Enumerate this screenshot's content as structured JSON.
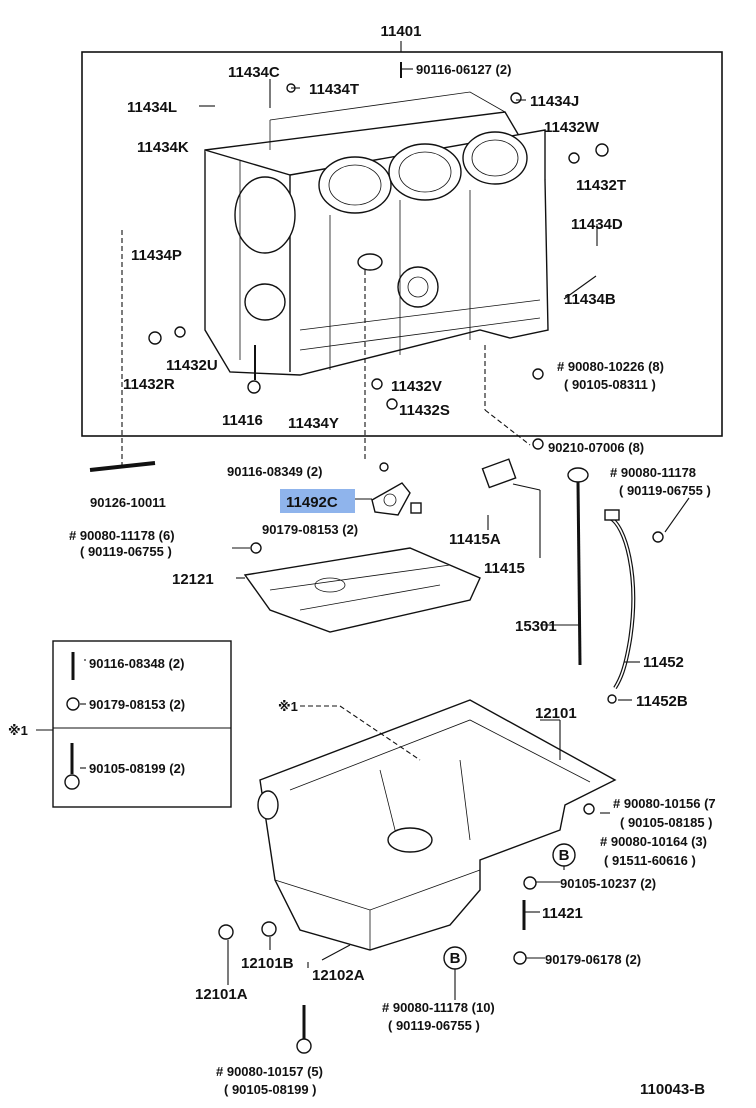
{
  "diagram_id": "110043-B",
  "assembly_label": "11401",
  "highlighted_part": "11492C",
  "marks": {
    "note_star": "※1",
    "b_circle": "B"
  },
  "labels": {
    "p11434C": "11434C",
    "p11434T": "11434T",
    "p90116_06127": "90116-06127 (2)",
    "p11434L": "11434L",
    "p11434J": "11434J",
    "p11432W": "11432W",
    "p11434K": "11434K",
    "p11432T": "11432T",
    "p11434D": "11434D",
    "p11434P": "11434P",
    "p11434B": "11434B",
    "p11432U": "11432U",
    "p11432R": "11432R",
    "p90080_10226": "# 90080-10226 (8)",
    "p90105_08311": "( 90105-08311 )",
    "p11432V": "11432V",
    "p11416": "11416",
    "p11434Y": "11434Y",
    "p11432S": "11432S",
    "p90210_07006": "90210-07006 (8)",
    "p90116_08349": "90116-08349 (2)",
    "p90080_11178_a": "# 90080-11178",
    "p90119_06755_a": "( 90119-06755 )",
    "p90126_10011": "90126-10011",
    "p11492C": "11492C",
    "p90179_08153_2": "90179-08153 (2)",
    "p11415A": "11415A",
    "p90080_11178_6": "# 90080-11178 (6)",
    "p90119_06755_b": "( 90119-06755 )",
    "p11415": "11415",
    "p12121": "12121",
    "p15301": "15301",
    "p11452": "11452",
    "p90116_08348": "90116-08348 (2)",
    "p90179_08153_b": "90179-08153 (2)",
    "p11452B": "11452B",
    "p12101": "12101",
    "p90105_08199": "90105-08199 (2)",
    "p90080_10156": "# 90080-10156 (7",
    "p90105_08185": "( 90105-08185 )",
    "p90080_10164": "# 90080-10164 (3)",
    "p91511_60616": "( 91511-60616 )",
    "p90105_10237": "90105-10237 (2)",
    "p11421": "11421",
    "p12101B": "12101B",
    "p12102A": "12102A",
    "p90179_06178": "90179-06178 (2)",
    "p12101A": "12101A",
    "p90080_11178_10": "# 90080-11178 (10)",
    "p90119_06755_c": "( 90119-06755 )",
    "p90080_10157": "# 90080-10157 (5)",
    "p90105_08199_b": "( 90105-08199 )"
  }
}
